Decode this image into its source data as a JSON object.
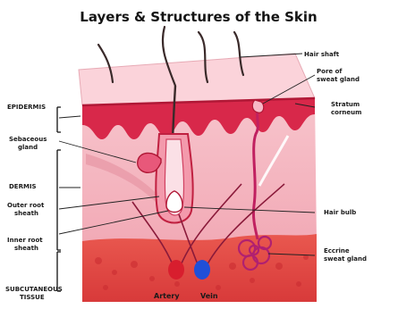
{
  "title": "Layers & Structures of the Skin",
  "labels": {
    "hair_shaft": "Hair shaft",
    "pore_line1": "Pore of",
    "pore_line2": "sweat gland",
    "stratum_line1": "Stratum",
    "stratum_line2": "corneum",
    "epidermis": "EPIDERMIS",
    "sebaceous_line1": "Sebaceous",
    "sebaceous_line2": "gland",
    "dermis": "DERMIS",
    "outer_root_line1": "Outer root",
    "outer_root_line2": "sheath",
    "inner_root_line1": "Inner root",
    "inner_root_line2": "sheath",
    "hair_bulb": "Hair bulb",
    "eccrine_line1": "Eccrine",
    "eccrine_line2": "sweat gland",
    "subcutaneous_line1": "SUBCUTANEOUS",
    "subcutaneous_line2": "TISSUE",
    "artery": "Artery",
    "vein": "Vein"
  },
  "colors": {
    "epidermis": "#d8284a",
    "dermis": "#f4b8c2",
    "subcutaneous": "#e44a4a",
    "artery": "#d81e2e",
    "vein": "#1f4fd8",
    "hair": "#3a2a2a"
  }
}
